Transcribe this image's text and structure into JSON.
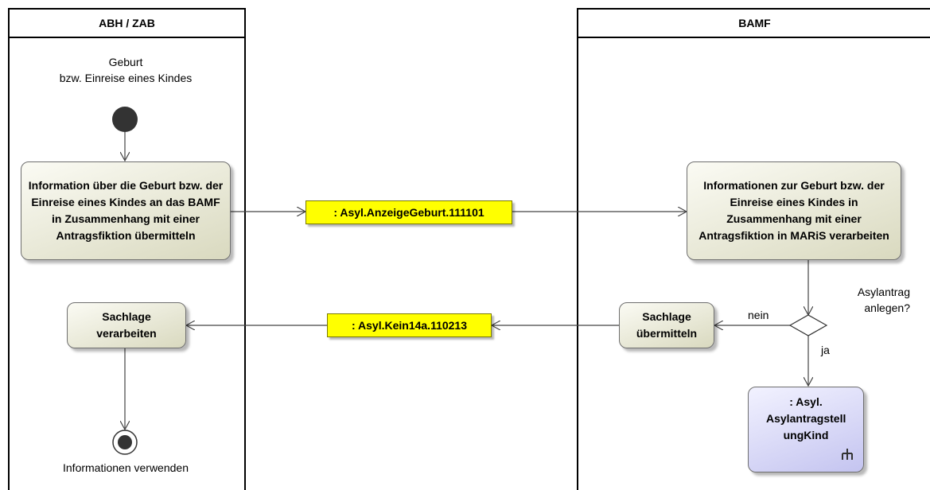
{
  "lanes": {
    "left": {
      "title": "ABH / ZAB"
    },
    "right": {
      "title": "BAMF"
    }
  },
  "start_label": "Geburt\nbzw. Einreise eines Kindes",
  "end_label": "Informationen verwenden",
  "actions": {
    "info_uebermitteln": "Information über die Geburt bzw. der Einreise eines Kindes an das BAMF in Zusammenhang mit einer Antragsfiktion übermitteln",
    "info_verarbeiten": "Informationen zur Geburt bzw. der Einreise eines Kindes in Zusammenhang mit einer Antragsfiktion in MARiS verarbeiten",
    "sachlage_verarbeiten": "Sachlage verarbeiten",
    "sachlage_uebermitteln": "Sachlage übermitteln",
    "call_asylantrag": ": Asyl. Asylantragstell ungKind"
  },
  "objects": {
    "anzeige_geburt": ": Asyl.AnzeigeGeburt.111101",
    "kein14a": ": Asyl.Kein14a.110213"
  },
  "decision": {
    "question": "Asylantrag\nanlegen?",
    "no": "nein",
    "yes": "ja"
  },
  "icons": {
    "call_behavior": "rake-icon",
    "start": "initial-node-icon",
    "end": "final-node-icon"
  }
}
